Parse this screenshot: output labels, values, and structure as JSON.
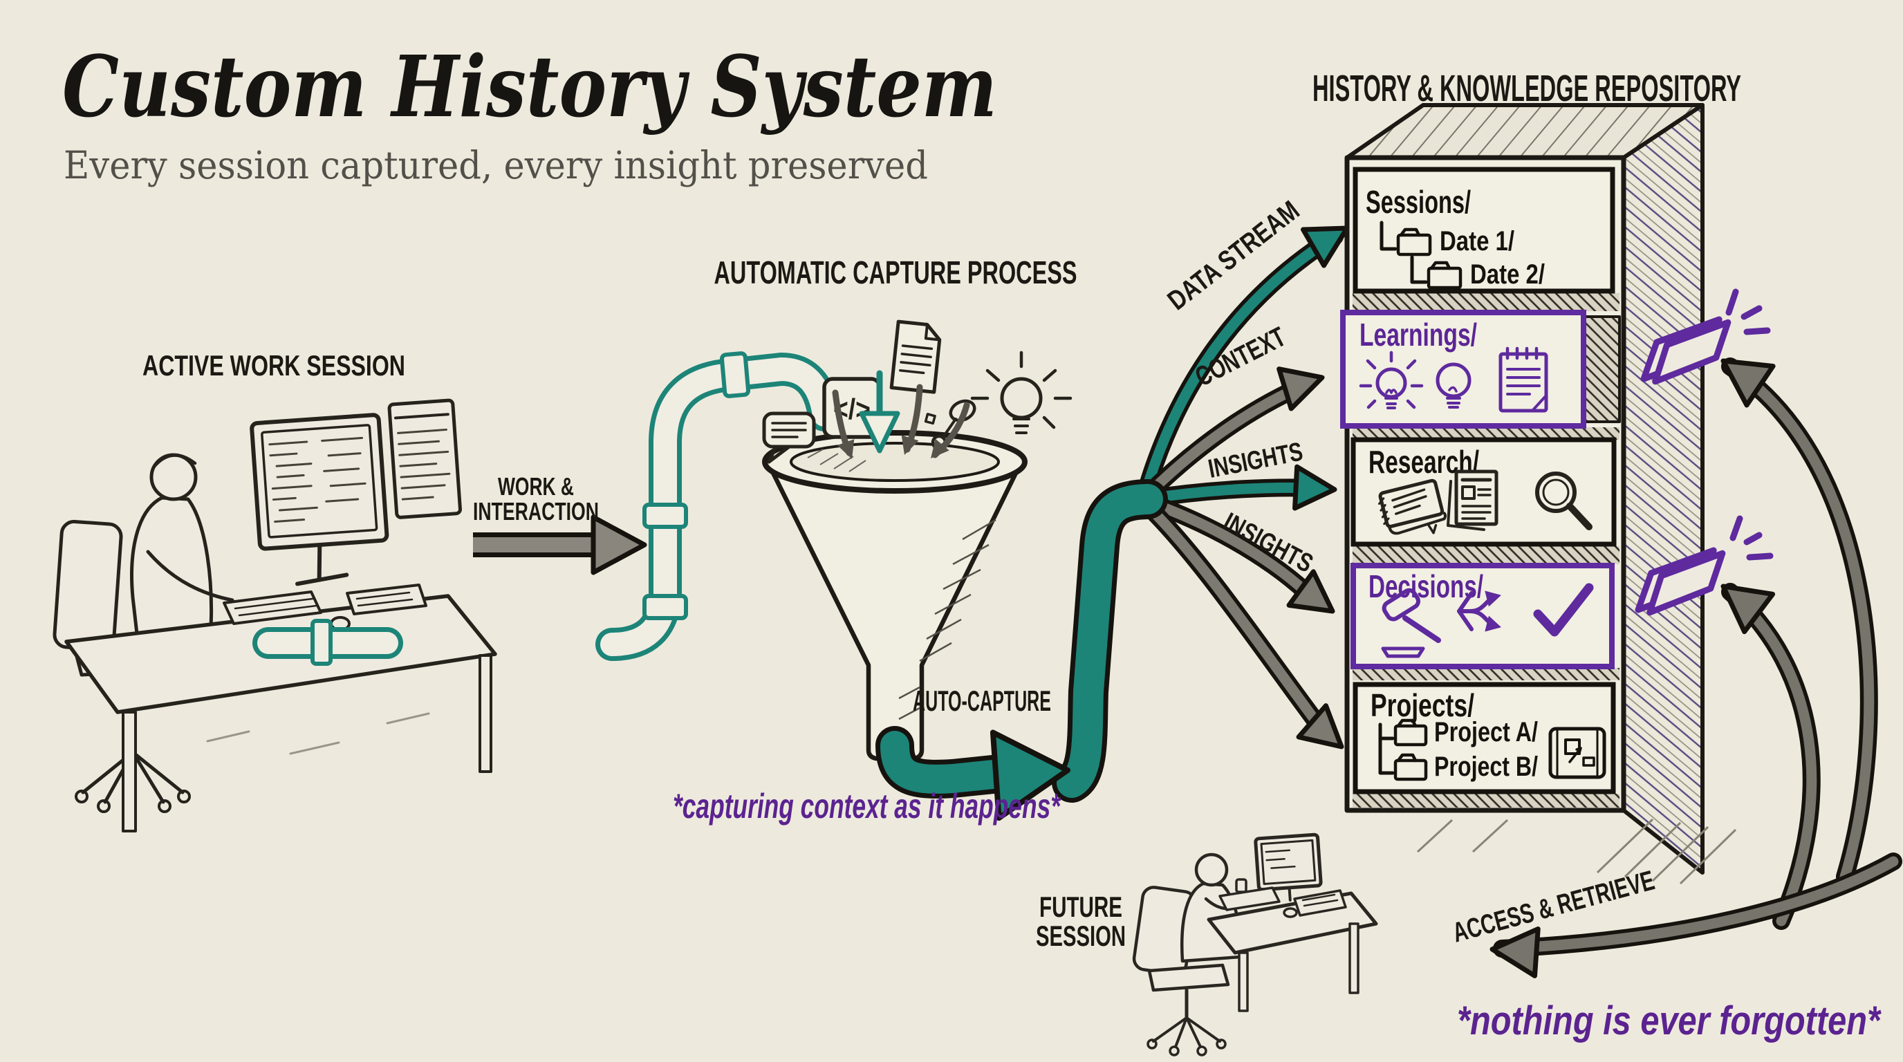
{
  "colors": {
    "background": "#edeadd",
    "ink": "#1c1813",
    "teal": "#1d8478",
    "gray_arrow": "#85817a",
    "purple": "#5e2a9e",
    "purple_text": "#5b2596",
    "muted_text": "#53504a"
  },
  "header": {
    "title": "Custom History System",
    "subtitle": "Every session captured, every insight preserved"
  },
  "scene_left": {
    "label": "ACTIVE WORK SESSION"
  },
  "flow": {
    "work_interaction": [
      "WORK &",
      "INTERACTION"
    ],
    "capture_title": "AUTOMATIC CAPTURE PROCESS",
    "auto_capture_label": "AUTO-CAPTURE",
    "capture_note": "*capturing context as it happens*",
    "code_glyph": "</>"
  },
  "streams": {
    "data_stream": "DATA STREAM",
    "context": "CONTEXT",
    "insights_1": "INSIGHTS",
    "insights_2": "INSIGHTS"
  },
  "repository": {
    "title": "HISTORY & KNOWLEDGE REPOSITORY",
    "sections": [
      {
        "name": "Sessions/",
        "children": [
          "Date 1/",
          "Date 2/"
        ]
      },
      {
        "name": "Learnings/",
        "icons": [
          "glowing-lightbulb",
          "lightbulb",
          "notepad"
        ]
      },
      {
        "name": "Research/",
        "icons": [
          "book",
          "article",
          "magnifier"
        ]
      },
      {
        "name": "Decisions/",
        "icons": [
          "gavel",
          "branching-arrows",
          "checkmark"
        ]
      },
      {
        "name": "Projects/",
        "children": [
          "Project A/",
          "Project B/"
        ],
        "icons": [
          "blueprint"
        ]
      }
    ]
  },
  "retrieval": {
    "future_label": [
      "FUTURE",
      "SESSION"
    ],
    "access_label": "ACCESS & RETRIEVE",
    "note": "*nothing is ever forgotten*"
  }
}
